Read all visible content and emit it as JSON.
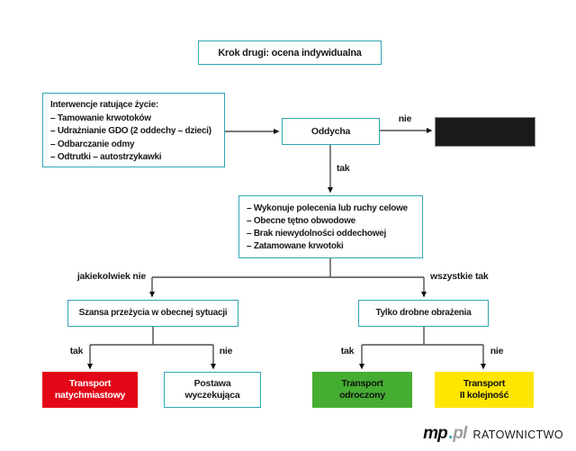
{
  "colors": {
    "teal_border": "#2fa6b2",
    "red": "#e30617",
    "green": "#46ad33",
    "yellow": "#ffe600",
    "black_box": "#1a1a1a",
    "arrow": "#4d4d4d"
  },
  "flowchart": {
    "step_title": "Krok drugi: ocena indywidualna",
    "interventions": {
      "heading": "Interwencje ratujące życie:",
      "items": [
        "– Tamowanie krwotoków",
        "– Udrażnianie GDO (2 oddechy – dzieci)",
        "– Odbarczanie odmy",
        "– Odtrutki – autostrzykawki"
      ]
    },
    "breathing": "Oddycha",
    "criteria": {
      "items": [
        "– Wykonuje polecenia lub ruchy celowe",
        "– Obecne tętno obwodowe",
        "– Brak niewydolności oddechowej",
        "– Zatamowane krwotoki"
      ]
    },
    "survival": "Szansa przeżycia w obecnej sytuacji",
    "minor_injuries": "Tylko drobne obrażenia",
    "outcomes": {
      "immediate": "Transport\nnatychmiastowy",
      "expectant": "Postawa\nwyczekująca",
      "delayed": "Transport\nodroczony",
      "second_priority": "Transport\nII kolejność"
    },
    "edge_labels": {
      "breathing_no": "nie",
      "breathing_yes": "tak",
      "any_no": "jakiekolwiek nie",
      "all_yes": "wszystkie tak",
      "survival_yes": "tak",
      "survival_no": "nie",
      "minor_yes": "tak",
      "minor_no": "nie"
    }
  },
  "logo": {
    "mp": "mp",
    "dot": ".",
    "pl": "pl",
    "brand": "RATOWNICTWO"
  }
}
